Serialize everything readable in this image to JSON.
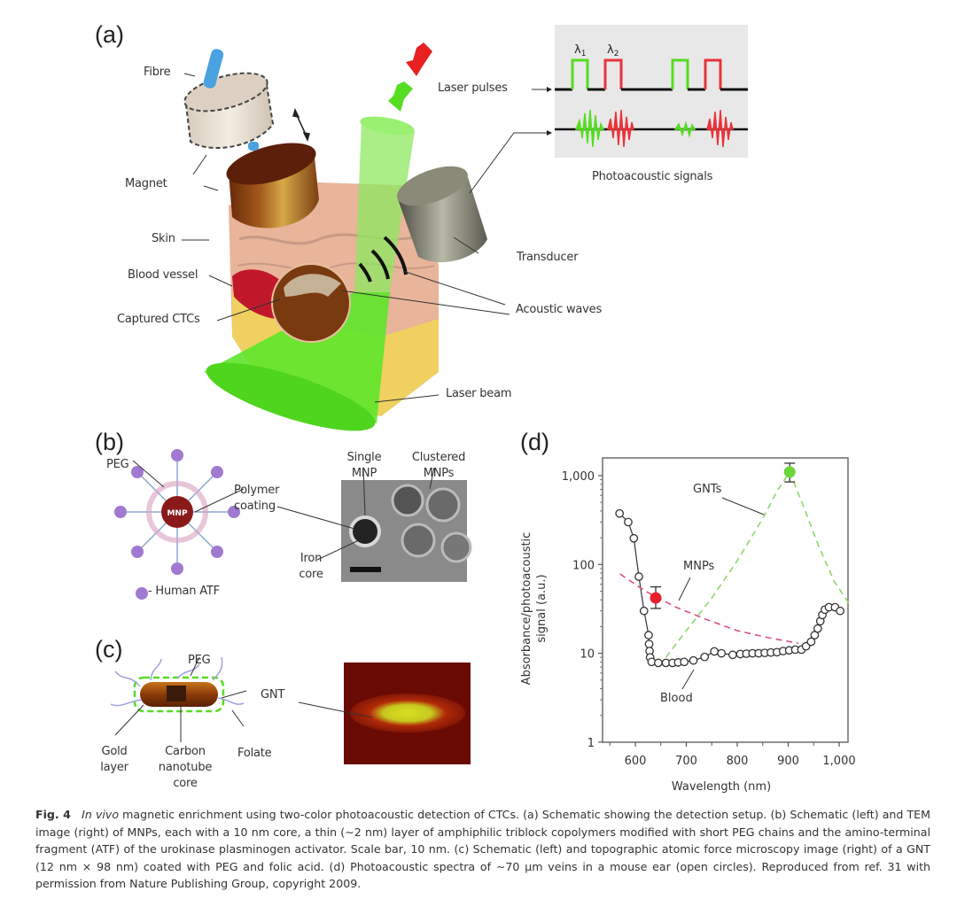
{
  "panels": {
    "a": {
      "label": "(a)",
      "labels": {
        "fibre": "Fibre",
        "magnet": "Magnet",
        "skin": "Skin",
        "blood_vessel": "Blood vessel",
        "captured_ctcs": "Captured CTCs",
        "laser_pulses": "Laser pulses",
        "photoacoustic_signals": "Photoacoustic signals",
        "transducer": "Transducer",
        "acoustic_waves": "Acoustic waves",
        "laser_beam": "Laser beam",
        "lambda1": "λ",
        "lambda1_sub": "1",
        "lambda2": "λ",
        "lambda2_sub": "2"
      },
      "colors": {
        "green": "#5ee62a",
        "red": "#e8343a",
        "signal_bg": "#e8e8e8"
      }
    },
    "b": {
      "label": "(b)",
      "labels": {
        "peg": "PEG",
        "mnp": "MNP",
        "polymer_coating_1": "Polymer",
        "polymer_coating_2": "coating",
        "human_atf": "- Human ATF",
        "single_mnp_1": "Single",
        "single_mnp_2": "MNP",
        "clustered_mnps_1": "Clustered",
        "clustered_mnps_2": "MNPs",
        "iron_core_1": "Iron",
        "iron_core_2": "core"
      }
    },
    "c": {
      "label": "(c)",
      "labels": {
        "peg": "PEG",
        "gnt": "GNT",
        "gold_layer_1": "Gold",
        "gold_layer_2": "layer",
        "cnt_core_1": "Carbon",
        "cnt_core_2": "nanotube",
        "cnt_core_3": "core",
        "folate": "Folate"
      }
    },
    "d": {
      "label": "(d)"
    }
  },
  "chart_data": {
    "type": "scatter",
    "title": "",
    "xlabel": "Wavelength (nm)",
    "ylabel_line1": "Absorbance/photoacoustic",
    "ylabel_line2": "signal (a.u.)",
    "yscale": "log",
    "xlim": [
      545,
      1020
    ],
    "ylim": [
      1,
      1500
    ],
    "xticks": [
      600,
      700,
      800,
      900,
      1000
    ],
    "xtick_labels": [
      "600",
      "700",
      "800",
      "900",
      "1,000"
    ],
    "yticks": [
      1,
      10,
      100,
      1000
    ],
    "ytick_labels": [
      "1",
      "10",
      "100",
      "1,000"
    ],
    "grid": false,
    "series": [
      {
        "name": "Blood",
        "style": "open-circles-line",
        "color": "#333333",
        "x": [
          569,
          586,
          597,
          607,
          617,
          626,
          627,
          628,
          629,
          632,
          645,
          660,
          673,
          684,
          696,
          714,
          736,
          755,
          769,
          791,
          806,
          818,
          830,
          842,
          854,
          866,
          878,
          890,
          902,
          914,
          926,
          935,
          945,
          952,
          958,
          963,
          967,
          972,
          980,
          992,
          1002
        ],
        "y": [
          375,
          300,
          197,
          73,
          30,
          16,
          12.7,
          10.6,
          9,
          8,
          7.8,
          7.8,
          7.8,
          7.9,
          8,
          8.3,
          9.1,
          10.5,
          10,
          9.6,
          9.8,
          9.9,
          10,
          10,
          10.1,
          10.2,
          10.3,
          10.6,
          10.8,
          11,
          11,
          12,
          13.5,
          16,
          19,
          23,
          27,
          31,
          33,
          33,
          30
        ]
      },
      {
        "name": "MNPs",
        "style": "dashed-line",
        "color": "#d9537a",
        "x": [
          570,
          620,
          680,
          740,
          800,
          860,
          920
        ],
        "y": [
          78,
          50,
          33,
          24,
          18,
          15,
          13
        ]
      },
      {
        "name": "GNTs",
        "style": "dashed-line",
        "color": "#8fd66a",
        "x": [
          660,
          700,
          750,
          800,
          850,
          880,
          903,
          930,
          960,
          990,
          1020
        ],
        "y": [
          9,
          18,
          42,
          110,
          330,
          700,
          1100,
          450,
          160,
          65,
          36
        ]
      }
    ],
    "points_with_error": [
      {
        "name": "MNPs measured",
        "x": 640,
        "y": 42,
        "err_low": 32,
        "err_high": 56,
        "color": "#e8202a"
      },
      {
        "name": "GNTs measured",
        "x": 903,
        "y": 1100,
        "err_low": 850,
        "err_high": 1380,
        "color": "#6bd63a"
      }
    ],
    "annotations": [
      "GNTs",
      "MNPs",
      "Blood"
    ]
  },
  "caption": {
    "fig_label": "Fig. 4",
    "italic_lead": "In vivo",
    "text": " magnetic enrichment using two-color photoacoustic detection of CTCs. (a) Schematic showing the detection setup. (b) Schematic (left) and TEM image (right) of MNPs, each with a 10 nm core, a thin (∼2 nm) layer of amphiphilic triblock copolymers modified with short PEG chains and the amino-terminal fragment (ATF) of the urokinase plasminogen activator. Scale bar, 10 nm. (c) Schematic (left) and topographic atomic force microscopy image (right) of a GNT (12 nm × 98 nm) coated with PEG and folic acid. (d) Photoacoustic spectra of ∼70 μm veins in a mouse ear (open circles). Reproduced from ref. 31 with permission from Nature Publishing Group, copyright 2009."
  }
}
